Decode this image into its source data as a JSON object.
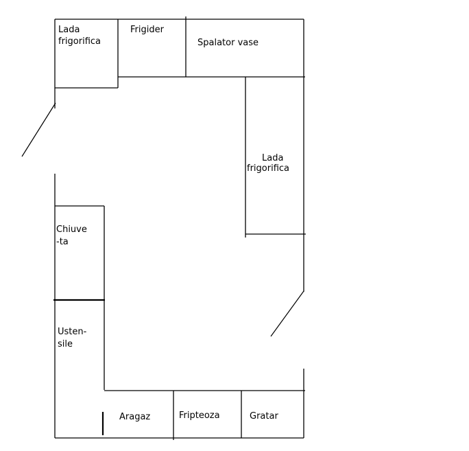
{
  "diagram": {
    "type": "kitchen-floor-plan",
    "items": {
      "lada_top": {
        "line1": "Lada",
        "line2": "frigorifica"
      },
      "frigider": "Frigider",
      "spalator": "Spalator vase",
      "lada_right": {
        "line1": "Lada",
        "line2": "frigorifica"
      },
      "chiuveta": {
        "line1": "Chiuve",
        "line2": "-ta"
      },
      "ustensile": {
        "line1": "Usten-",
        "line2": "sile"
      },
      "aragaz": "Aragaz",
      "fripteoza": "Fripteoza",
      "gratar": "Gratar"
    }
  }
}
